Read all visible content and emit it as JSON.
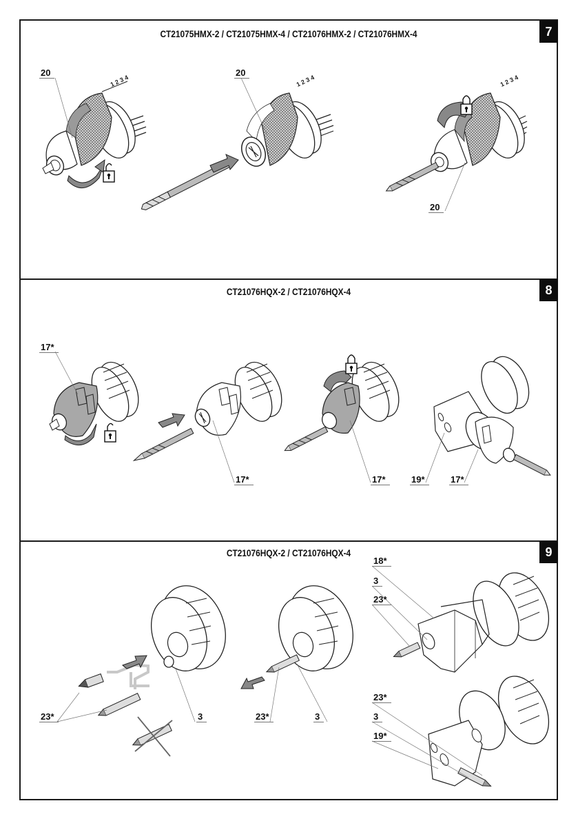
{
  "document": {
    "sections": [
      {
        "number": "7",
        "title": "CT21075HMX-2 / CT21075HMX-4 / CT21076HMX-2 / CT21076HMX-4",
        "steps": [
          {
            "illustration": "keyless-chuck-unlock",
            "icon": "unlock-icon",
            "callouts": [
              "20"
            ]
          },
          {
            "illustration": "insert-drill-bit",
            "icon": "insert-arrow-icon",
            "callouts": [
              "20"
            ]
          },
          {
            "illustration": "keyless-chuck-lock",
            "icon": "lock-icon",
            "callouts": [
              "20"
            ]
          }
        ]
      },
      {
        "number": "8",
        "title": "CT21076HQX-2 / CT21076HQX-4",
        "steps": [
          {
            "illustration": "quick-chuck-unlock",
            "icon": "unlock-icon",
            "callouts": [
              "17*"
            ]
          },
          {
            "illustration": "insert-drill-bit",
            "icon": "insert-arrow-icon",
            "callouts": [
              "17*"
            ]
          },
          {
            "illustration": "quick-chuck-lock",
            "icon": "lock-icon",
            "callouts": [
              "17*"
            ]
          },
          {
            "illustration": "angle-adapter-with-chuck",
            "icon": null,
            "callouts": [
              "19*",
              "17*"
            ]
          }
        ]
      },
      {
        "number": "9",
        "title": "CT21076HQX-2 / CT21076HQX-4",
        "steps": [
          {
            "illustration": "insert-bit-holder",
            "icon": "insert-arrow-icon",
            "callouts": [
              "23*",
              "3"
            ],
            "note": "short bit crossed out"
          },
          {
            "illustration": "remove-bit",
            "icon": "remove-arrow-icon",
            "callouts": [
              "23*",
              "3"
            ]
          },
          {
            "illustration": "offset-adapter",
            "icon": null,
            "callouts": [
              "18*",
              "3",
              "23*"
            ]
          },
          {
            "illustration": "angle-adapter-with-bit",
            "icon": null,
            "callouts": [
              "23*",
              "3",
              "19*"
            ]
          }
        ]
      }
    ]
  },
  "colors": {
    "ink": "#111111",
    "frame": "#1a1a1a",
    "badge_bg": "#0d0d0d",
    "badge_text": "#ffffff",
    "shade": "#9a9a9a",
    "light_shade": "#c8c8c8",
    "leader": "#777777"
  }
}
